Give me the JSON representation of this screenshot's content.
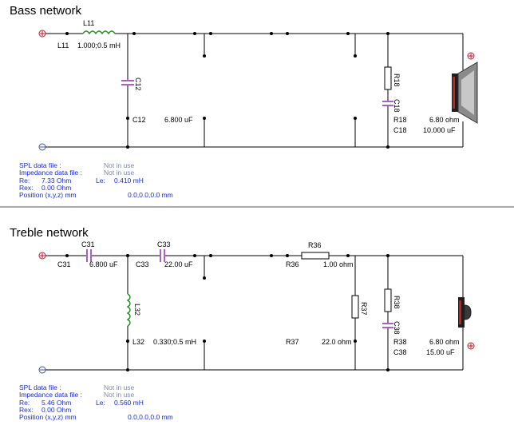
{
  "bass": {
    "title": "Bass network",
    "l11": {
      "name": "L11",
      "ref": "L11",
      "value": "1.000;0.5 mH"
    },
    "c12": {
      "name": "C12",
      "ref": "C12",
      "value": "6.800 uF"
    },
    "r18": {
      "name": "R18",
      "ref": "R18",
      "value": "6.80 ohm"
    },
    "c18": {
      "name": "C18",
      "ref": "C18",
      "value": "10.000 uF"
    },
    "info": {
      "spl_label": "SPL data file :",
      "spl_value": "Not in use",
      "imp_label": "Impedance data file :",
      "imp_value": "Not in use",
      "re_label": "Re:",
      "re_value": "7.33 Ohm",
      "le_label": "Le:",
      "le_value": "0.410 mH",
      "rex_label": "Rex:",
      "rex_value": "0.00 Ohm",
      "pos_label": "Position (x,y,z) mm",
      "pos_value": "0.0,0.0,0.0 mm"
    }
  },
  "treble": {
    "title": "Treble network",
    "c31": {
      "name": "C31",
      "ref": "C31",
      "value": "6.800 uF"
    },
    "c33": {
      "name": "C33",
      "ref": "C33",
      "value": "22.00 uF"
    },
    "r36": {
      "name": "R36",
      "ref": "R36",
      "value": "1.00 ohm"
    },
    "l32": {
      "name": "L32",
      "ref": "L32",
      "value": "0.330;0.5 mH"
    },
    "r37": {
      "name": "R37",
      "ref": "R37",
      "value": "22.0 ohm"
    },
    "r38": {
      "name": "R38",
      "ref": "R38",
      "value": "6.80 ohm"
    },
    "c38": {
      "name": "C38",
      "ref": "C38",
      "value": "15.00 uF"
    },
    "info": {
      "spl_label": "SPL data file :",
      "spl_value": "Not in use",
      "imp_label": "Impedance data file :",
      "imp_value": "Not in use",
      "re_label": "Re:",
      "re_value": "5.46 Ohm",
      "le_label": "Le:",
      "le_value": "0.560 mH",
      "rex_label": "Rex:",
      "rex_value": "0.00 Ohm",
      "pos_label": "Position (x,y,z) mm",
      "pos_value": "0.0,0.0,0.0 mm"
    }
  },
  "colors": {
    "wire": "#000000",
    "terminal": "#c0102a",
    "capacitor": "#8a1ab0",
    "inductor": "#1c8a1c",
    "info_text": "#1a2cc8"
  }
}
